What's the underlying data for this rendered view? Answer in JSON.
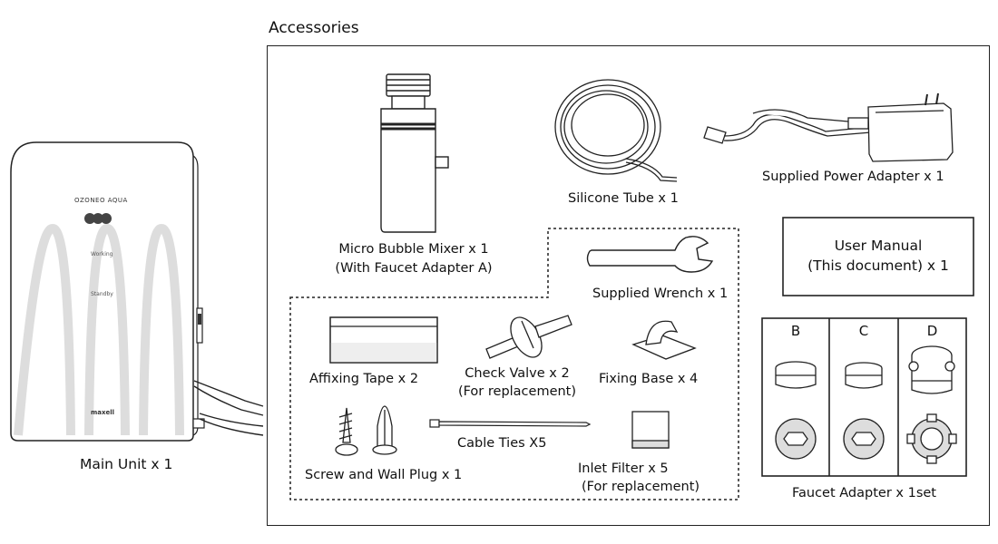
{
  "header": {
    "title": "Accessories"
  },
  "main_unit": {
    "brand": "OZONEO AQUA",
    "working_label": "Working",
    "standby_label": "Standby",
    "maker": "maxell",
    "caption": "Main Unit x 1"
  },
  "accessories": {
    "micro_bubble_mixer": {
      "line1": "Micro Bubble Mixer x 1",
      "line2": "(With Faucet Adapter A)"
    },
    "silicone_tube": "Silicone Tube x 1",
    "power_adapter": "Supplied Power Adapter x 1",
    "user_manual": {
      "line1": "User Manual",
      "line2": "(This document) x 1"
    },
    "wrench": "Supplied Wrench x 1",
    "affixing_tape": "Affixing Tape x 2",
    "check_valve": {
      "line1": "Check Valve x 2",
      "line2": "(For replacement)"
    },
    "fixing_base": "Fixing Base x 4",
    "screw_wall_plug": "Screw and Wall Plug x 1",
    "cable_ties": "Cable Ties X5",
    "inlet_filter": {
      "line1": "Inlet Filter x 5",
      "line2": "(For replacement)"
    },
    "faucet_adapter": {
      "letters": [
        "B",
        "C",
        "D"
      ],
      "caption": "Faucet Adapter x 1set"
    }
  }
}
